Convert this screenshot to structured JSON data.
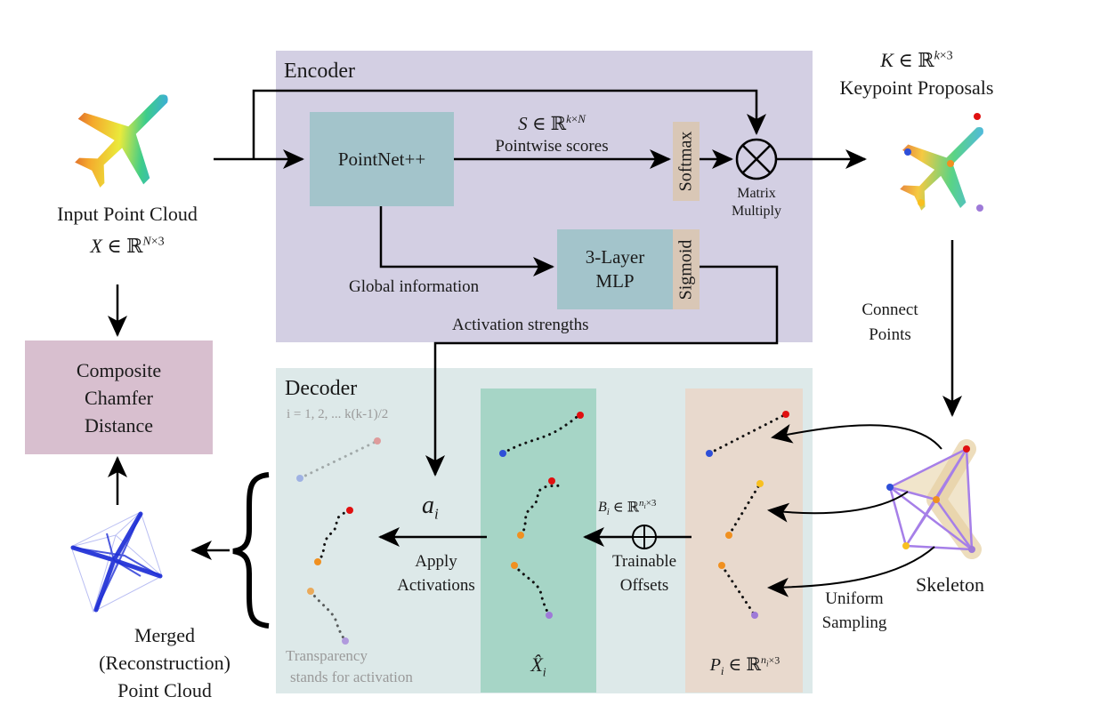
{
  "encoder": {
    "title": "Encoder",
    "pointnet_label": "PointNet++",
    "softmax_label": "Softmax",
    "sigmoid_label": "Sigmoid",
    "mlp_line1": "3-Layer",
    "mlp_line2": "MLP",
    "scores_math": "S ∈ ℝ^{k×N}",
    "scores_label": "Pointwise scores",
    "global_info_label": "Global information",
    "activation_strengths_label": "Activation strengths",
    "matrix_line1": "Matrix",
    "matrix_line2": "Multiply"
  },
  "input": {
    "label": "Input Point Cloud",
    "math": "X ∈ ℝ^{N×3}"
  },
  "keypoints": {
    "math": "K ∈ ℝ^{k×3}",
    "label": "Keypoint Proposals"
  },
  "connect_points": {
    "line1": "Connect",
    "line2": "Points"
  },
  "loss": {
    "line1": "Composite",
    "line2": "Chamfer",
    "line3": "Distance"
  },
  "decoder": {
    "title": "Decoder",
    "index_note": "i = 1, 2, ... k(k-1)/2",
    "activation_math": "a_i",
    "apply_line1": "Apply",
    "apply_line2": "Activations",
    "offsets_math": "B_i ∈ ℝ^{n_i×3}",
    "offsets_line1": "Trainable",
    "offsets_line2": "Offsets",
    "xhat_math": "X̂_i",
    "p_math": "P_i ∈ ℝ^{n_i×3}",
    "transparency_line1": "Transparency",
    "transparency_line2": "stands for activation"
  },
  "skeleton": {
    "label": "Skeleton",
    "sampling_line1": "Uniform",
    "sampling_line2": "Sampling"
  },
  "merged": {
    "line1": "Merged",
    "line2": "(Reconstruction)",
    "line3": "Point Cloud"
  },
  "colors": {
    "encoder_bg": "#d3cfe3",
    "decoder_bg": "#dde9e9",
    "pointnet_box": "#a3c4cb",
    "mlp_box": "#a3c4cb",
    "activation_box": "#d9c7b6",
    "loss_box": "#d8bfcf",
    "xhat_panel": "#a6d5c6",
    "p_panel": "#e8d9cd",
    "skeleton_edges": "#a67fe8",
    "merged_points": "#1f2fd6"
  }
}
